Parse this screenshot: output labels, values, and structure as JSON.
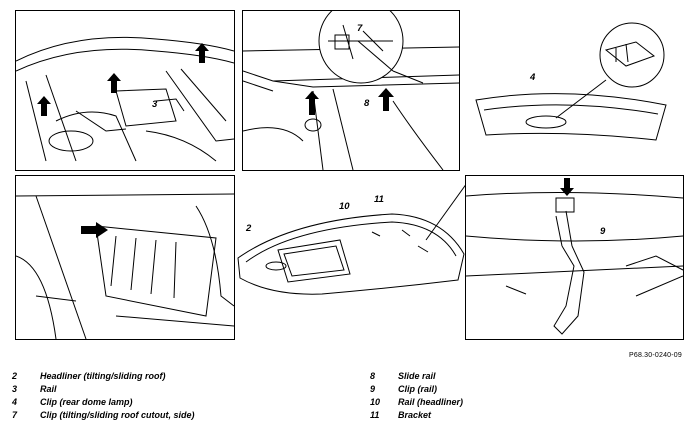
{
  "callouts": {
    "p1_3": "3",
    "p2_7": "7",
    "p2_8": "8",
    "p3_4": "4",
    "center_2": "2",
    "center_10": "10",
    "center_11": "11",
    "p6_9": "9"
  },
  "reference_code": "P68.30-0240-09",
  "legend": {
    "left": [
      {
        "num": "2",
        "text": "Headliner (tilting/sliding roof)"
      },
      {
        "num": "3",
        "text": "Rail"
      },
      {
        "num": "4",
        "text": "Clip (rear dome lamp)"
      },
      {
        "num": "7",
        "text": "Clip (tilting/sliding roof cutout, side)"
      }
    ],
    "right": [
      {
        "num": "8",
        "text": "Slide rail"
      },
      {
        "num": "9",
        "text": "Clip (rail)"
      },
      {
        "num": "10",
        "text": "Rail (headliner)"
      },
      {
        "num": "11",
        "text": "Bracket"
      }
    ]
  }
}
